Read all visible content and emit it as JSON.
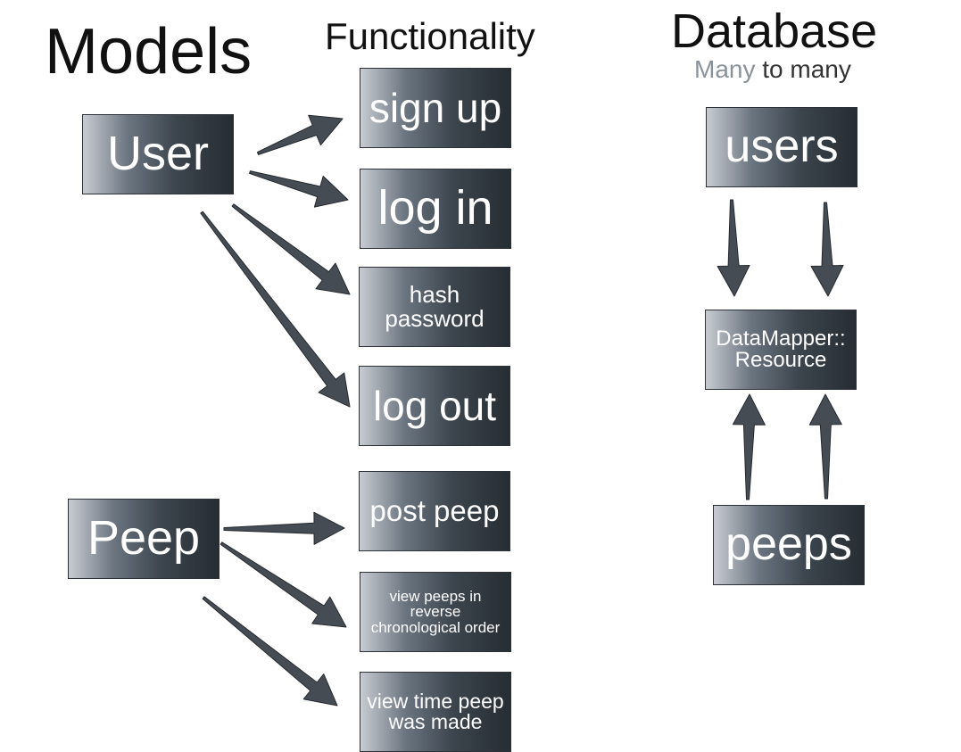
{
  "headings": {
    "models": "Models",
    "functionality": "Functionality",
    "database": "Database",
    "relation_word_1": "Many",
    "relation_word_2": "to many"
  },
  "models": {
    "user": "User",
    "peep": "Peep"
  },
  "functionality": {
    "sign_up": "sign up",
    "log_in": "log in",
    "hash_password": "hash\npassword",
    "log_out": "log out",
    "post_peep": "post peep",
    "view_reverse": "view peeps in\nreverse\nchronological order",
    "view_time": "view time peep\nwas made"
  },
  "database": {
    "users": "users",
    "datamapper": "DataMapper::\nResource",
    "peeps": "peeps"
  },
  "colors": {
    "arrow_fill": "#454c53",
    "arrow_stroke": "#262b30",
    "box_dark": "#262d33",
    "box_light": "#c8ccd2"
  }
}
